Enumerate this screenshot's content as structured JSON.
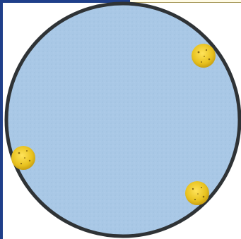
{
  "colors": {
    "frame": "#1f3f8a",
    "dish_fill": "#a9c8e6",
    "dish_border": "#2f3336",
    "colony_fill": "#e8c21f",
    "colony_spots": "#8a6a12"
  },
  "scene": {
    "object": "petri-dish",
    "colonies": [
      {
        "id": "colony-top-right"
      },
      {
        "id": "colony-left"
      },
      {
        "id": "colony-bottom-right"
      }
    ]
  }
}
